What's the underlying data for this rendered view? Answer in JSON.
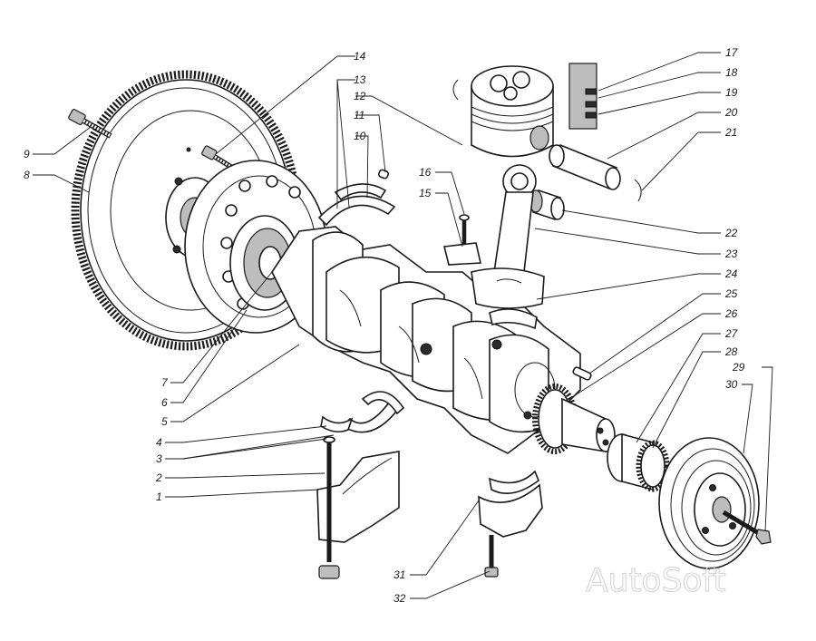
{
  "diagram": {
    "watermark": "AutoSoft",
    "callouts": [
      {
        "id": "1",
        "text": "1"
      },
      {
        "id": "2",
        "text": "2"
      },
      {
        "id": "3",
        "text": "3"
      },
      {
        "id": "4",
        "text": "4"
      },
      {
        "id": "5",
        "text": "5"
      },
      {
        "id": "6",
        "text": "6"
      },
      {
        "id": "7",
        "text": "7"
      },
      {
        "id": "8",
        "text": "8"
      },
      {
        "id": "9",
        "text": "9"
      },
      {
        "id": "10",
        "text": "10"
      },
      {
        "id": "11",
        "text": "11"
      },
      {
        "id": "12",
        "text": "12"
      },
      {
        "id": "13",
        "text": "13"
      },
      {
        "id": "14",
        "text": "14"
      },
      {
        "id": "15",
        "text": "15"
      },
      {
        "id": "16",
        "text": "16"
      },
      {
        "id": "17",
        "text": "17"
      },
      {
        "id": "18",
        "text": "18"
      },
      {
        "id": "19",
        "text": "19"
      },
      {
        "id": "20",
        "text": "20"
      },
      {
        "id": "21",
        "text": "21"
      },
      {
        "id": "22",
        "text": "22"
      },
      {
        "id": "23",
        "text": "23"
      },
      {
        "id": "24",
        "text": "24"
      },
      {
        "id": "25",
        "text": "25"
      },
      {
        "id": "26",
        "text": "26"
      },
      {
        "id": "27",
        "text": "27"
      },
      {
        "id": "28",
        "text": "28"
      },
      {
        "id": "29",
        "text": "29"
      },
      {
        "id": "30",
        "text": "30"
      },
      {
        "id": "31",
        "text": "31"
      },
      {
        "id": "32",
        "text": "32"
      }
    ]
  }
}
